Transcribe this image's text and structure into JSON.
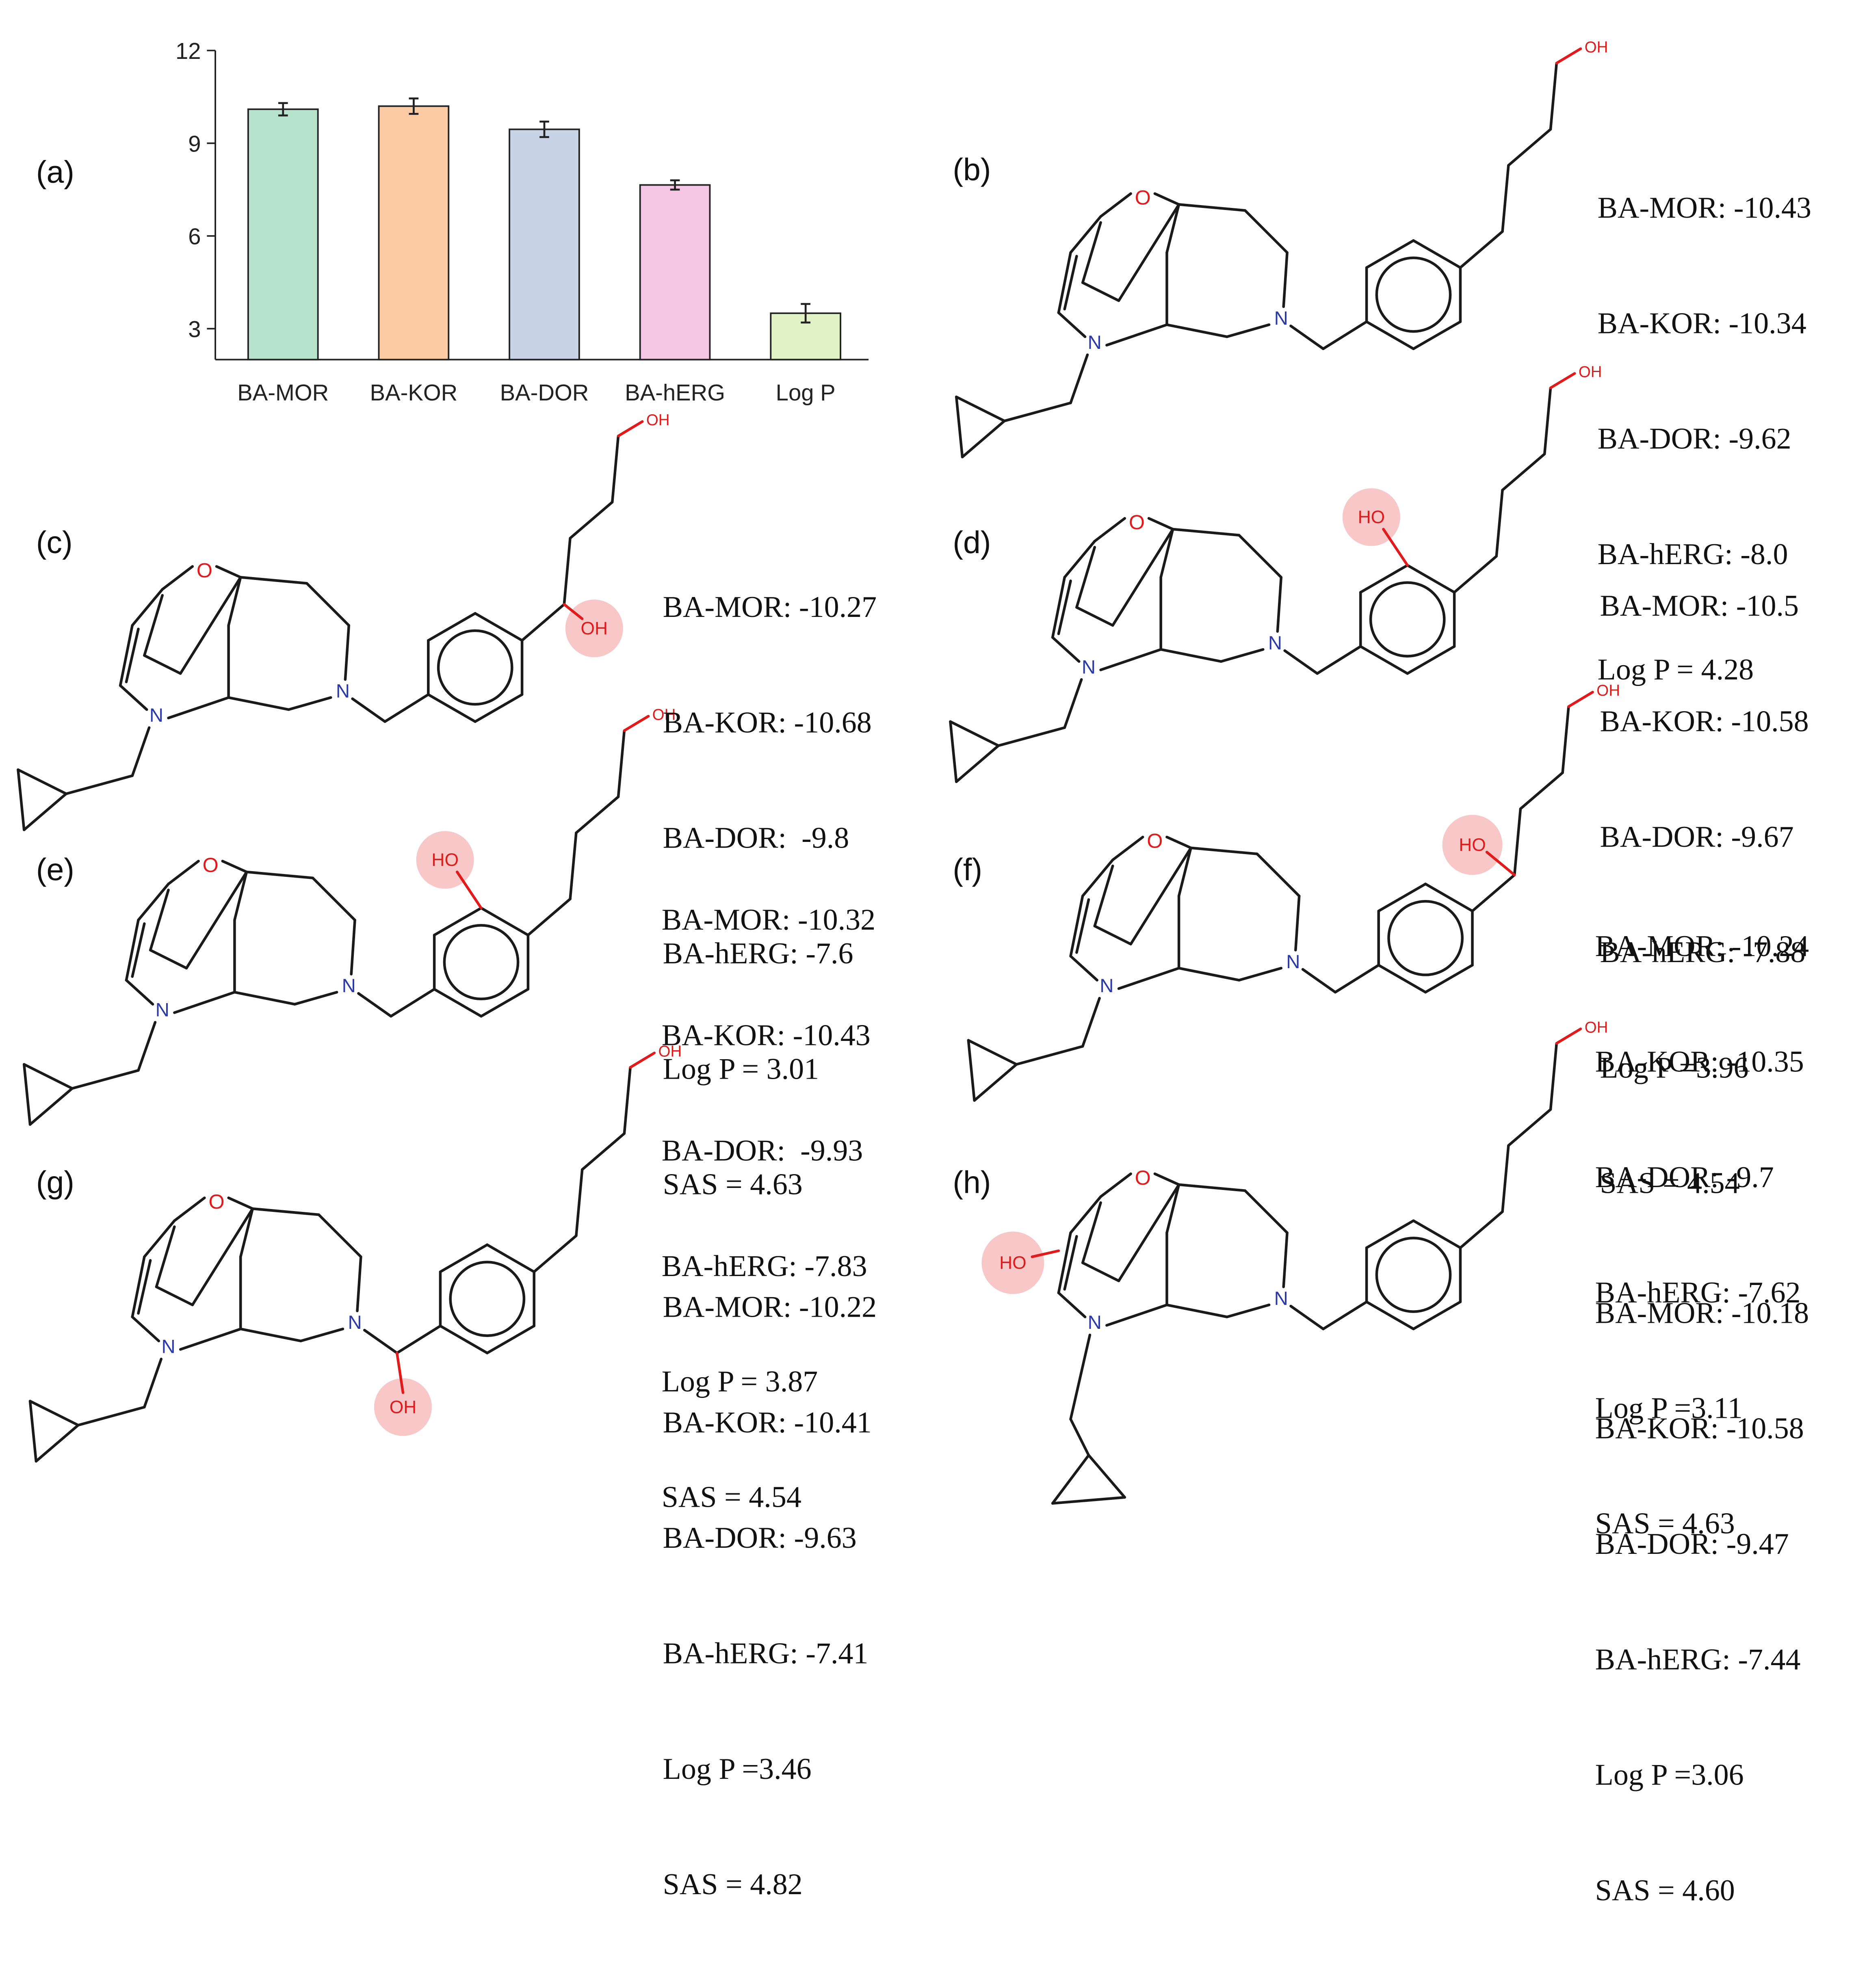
{
  "panel_labels": {
    "a": "(a)",
    "b": "(b)",
    "c": "(c)",
    "d": "(d)",
    "e": "(e)",
    "f": "(f)",
    "g": "(g)",
    "h": "(h)"
  },
  "colors": {
    "bar": [
      "#b5e3cc",
      "#fccaa3",
      "#c9d3e6",
      "#f5c6e3",
      "#e1f2c4"
    ],
    "hetero_O": "#e11b1b",
    "hetero_N": "#2b3aa8",
    "highlight": "#f6b6b6"
  },
  "chart_data": {
    "type": "bar",
    "categories": [
      "BA-MOR",
      "BA-KOR",
      "BA-DOR",
      "BA-hERG",
      "Log P"
    ],
    "values": [
      10.1,
      10.2,
      9.45,
      7.65,
      3.5
    ],
    "errors": [
      0.2,
      0.25,
      0.25,
      0.15,
      0.3
    ],
    "yticks": [
      "3",
      "6",
      "9",
      "12"
    ],
    "ylim": [
      2,
      12
    ],
    "title": "",
    "xlabel": "",
    "ylabel": ""
  },
  "atoms": {
    "O": "O",
    "OH": "OH",
    "HO": "HO",
    "N": "N"
  },
  "molecules": {
    "b": {
      "props": [
        "BA-MOR: -10.43",
        "BA-KOR: -10.34",
        "BA-DOR: -9.62",
        "BA-hERG: -8.0",
        "Log P = 4.28"
      ]
    },
    "c": {
      "props": [
        "BA-MOR: -10.27",
        "BA-KOR: -10.68",
        "BA-DOR:  -9.8",
        "BA-hERG: -7.6",
        "Log P = 3.01",
        "SAS = 4.63"
      ]
    },
    "d": {
      "props": [
        "BA-MOR: -10.5",
        "BA-KOR: -10.58",
        "BA-DOR: -9.67",
        "BA-hERG: -7.88",
        "Log P =3.96",
        "SAS = 4.54"
      ]
    },
    "e": {
      "props": [
        "BA-MOR: -10.32",
        "BA-KOR: -10.43",
        "BA-DOR:  -9.93",
        "BA-hERG: -7.83",
        "Log P = 3.87",
        "SAS = 4.54"
      ]
    },
    "f": {
      "props": [
        "BA-MOR: -10.24",
        "BA-KOR: -10.35",
        "BA-DOR: -9.7",
        "BA-hERG: -7.62",
        "Log P =3.11",
        "SAS = 4.63"
      ]
    },
    "g": {
      "props": [
        "BA-MOR: -10.22",
        "BA-KOR: -10.41",
        "BA-DOR: -9.63",
        "BA-hERG: -7.41",
        "Log P =3.46",
        "SAS = 4.82"
      ]
    },
    "h": {
      "props": [
        "BA-MOR: -10.18",
        "BA-KOR: -10.58",
        "BA-DOR: -9.47",
        "BA-hERG: -7.44",
        "Log P =3.06",
        "SAS = 4.60"
      ]
    }
  }
}
